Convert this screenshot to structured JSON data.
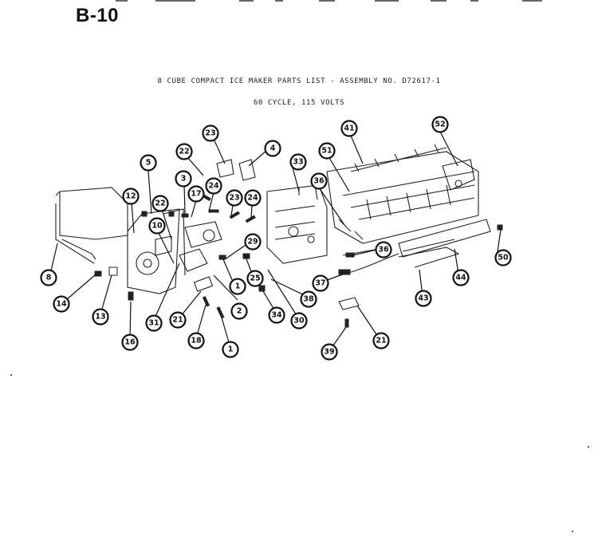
{
  "page_code": "B-10",
  "title": "8 CUBE COMPACT ICE MAKER PARTS LIST - ASSEMBLY NO. D72617-1",
  "subtitle": "60 CYCLE, 115 VOLTS",
  "callouts": [
    {
      "id": "c23a",
      "label": "23"
    },
    {
      "id": "c22a",
      "label": "22"
    },
    {
      "id": "c4",
      "label": "4"
    },
    {
      "id": "c41",
      "label": "41"
    },
    {
      "id": "c52",
      "label": "52"
    },
    {
      "id": "c51",
      "label": "51"
    },
    {
      "id": "c5",
      "label": "5"
    },
    {
      "id": "c3",
      "label": "3"
    },
    {
      "id": "c33",
      "label": "33"
    },
    {
      "id": "c17",
      "label": "17"
    },
    {
      "id": "c24a",
      "label": "24"
    },
    {
      "id": "c36a",
      "label": "36"
    },
    {
      "id": "c12",
      "label": "12"
    },
    {
      "id": "c22b",
      "label": "22"
    },
    {
      "id": "c23b",
      "label": "23"
    },
    {
      "id": "c24b",
      "label": "24"
    },
    {
      "id": "c10",
      "label": "10"
    },
    {
      "id": "c29",
      "label": "29"
    },
    {
      "id": "c36b",
      "label": "36"
    },
    {
      "id": "c50",
      "label": "50"
    },
    {
      "id": "c8",
      "label": "8"
    },
    {
      "id": "c1a",
      "label": "1"
    },
    {
      "id": "c25",
      "label": "25"
    },
    {
      "id": "c37",
      "label": "37"
    },
    {
      "id": "c44",
      "label": "44"
    },
    {
      "id": "c14",
      "label": "14"
    },
    {
      "id": "c2",
      "label": "2"
    },
    {
      "id": "c38",
      "label": "38"
    },
    {
      "id": "c43",
      "label": "43"
    },
    {
      "id": "c13",
      "label": "13"
    },
    {
      "id": "c21a",
      "label": "21"
    },
    {
      "id": "c34",
      "label": "34"
    },
    {
      "id": "c30",
      "label": "30"
    },
    {
      "id": "c31",
      "label": "31"
    },
    {
      "id": "c16",
      "label": "16"
    },
    {
      "id": "c18",
      "label": "18"
    },
    {
      "id": "c1b",
      "label": "1"
    },
    {
      "id": "c21b",
      "label": "21"
    },
    {
      "id": "c39",
      "label": "39"
    }
  ]
}
